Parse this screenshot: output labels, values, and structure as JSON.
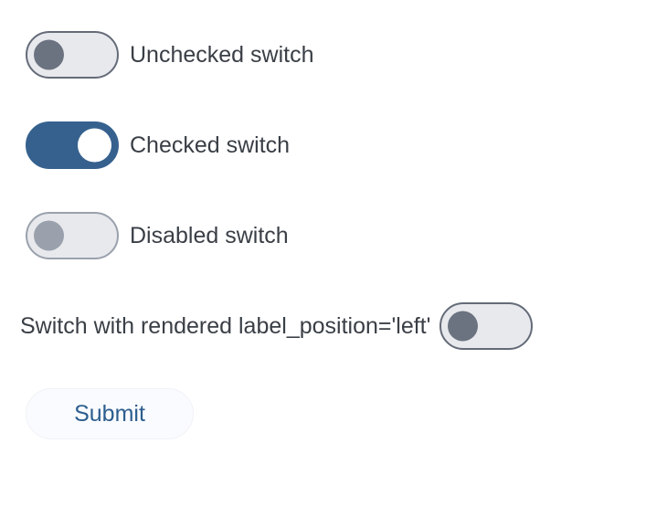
{
  "switches": [
    {
      "label": "Unchecked switch",
      "state": "unchecked",
      "label_position": "right"
    },
    {
      "label": "Checked switch",
      "state": "checked",
      "label_position": "right"
    },
    {
      "label": "Disabled switch",
      "state": "disabled",
      "label_position": "right"
    },
    {
      "label": "Switch with rendered label_position='left'",
      "state": "unchecked",
      "label_position": "left"
    }
  ],
  "submit_button": {
    "label": "Submit"
  },
  "colors": {
    "track_on": "#36618e",
    "track_off": "#e8e9ed",
    "track_border": "#646b78",
    "track_border_disabled": "#9aa1ac",
    "thumb_on": "#ffffff",
    "thumb_off": "#6b7280",
    "thumb_disabled": "#9aa1ac",
    "button_bg": "#fafbfe",
    "button_text": "#2c5e8f"
  }
}
